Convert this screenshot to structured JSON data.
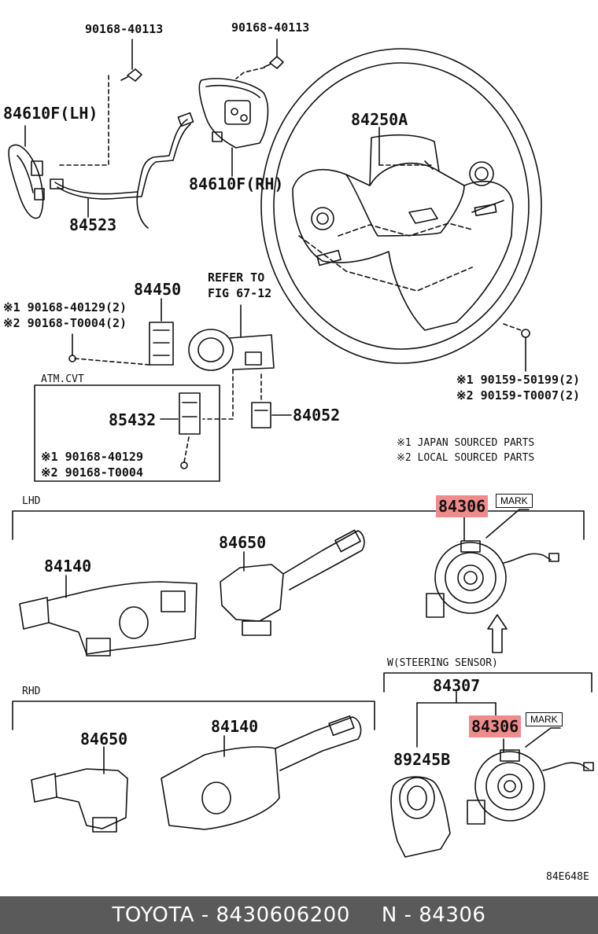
{
  "labels": {
    "p90168_40113_left": "90168-40113",
    "p90168_40113_right": "90168-40113",
    "p84610F_LH": "84610F(LH)",
    "p84610F_RH": "84610F(RH)",
    "p84523": "84523",
    "p84250A": "84250A",
    "p84450": "84450",
    "refer_line1": "REFER TO",
    "refer_line2": "FIG 67-12",
    "bolt_left_1": "※1 90168-40129(2)",
    "bolt_left_2": "※2 90168-T0004(2)",
    "atm_cvt": "ATM.CVT",
    "p85432": "85432",
    "p84052": "84052",
    "atm_bolt_1": "※1 90168-40129",
    "atm_bolt_2": "※2 90168-T0004",
    "bolt_right_1": "※1 90159-50199(2)",
    "bolt_right_2": "※2 90159-T0007(2)",
    "note_1": "※1 JAPAN SOURCED PARTS",
    "note_2": "※2 LOCAL SOURCED PARTS",
    "lhd": "LHD",
    "rhd": "RHD",
    "p84306_top": "84306",
    "mark_top": "MARK",
    "p84140_lhd": "84140",
    "p84650_lhd": "84650",
    "steering_sensor": "W(STEERING SENSOR)",
    "p84307": "84307",
    "p84306_bottom": "84306",
    "mark_bottom": "MARK",
    "p89245B": "89245B",
    "p84650_rhd": "84650",
    "p84140_rhd": "84140",
    "figure_code": "84E648E"
  },
  "highlight_color": "#f08b8b",
  "footer": {
    "brand": "TOYOTA - 8430606200",
    "part": "N - 84306"
  }
}
